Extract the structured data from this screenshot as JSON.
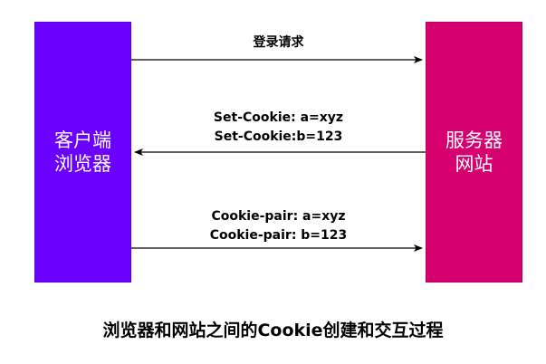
{
  "client": {
    "label": "客户端\n浏览器",
    "color": "#6a00ff"
  },
  "server": {
    "label": "服务器\n网站",
    "color": "#d6006f"
  },
  "messages": {
    "login": "登录请求",
    "set_cookie": [
      "Set-Cookie: a=xyz",
      "Set-Cookie:b=123"
    ],
    "cookie_pair": [
      "Cookie-pair: a=xyz",
      "Cookie-pair: b=123"
    ]
  },
  "caption": "浏览器和网站之间的Cookie创建和交互过程"
}
